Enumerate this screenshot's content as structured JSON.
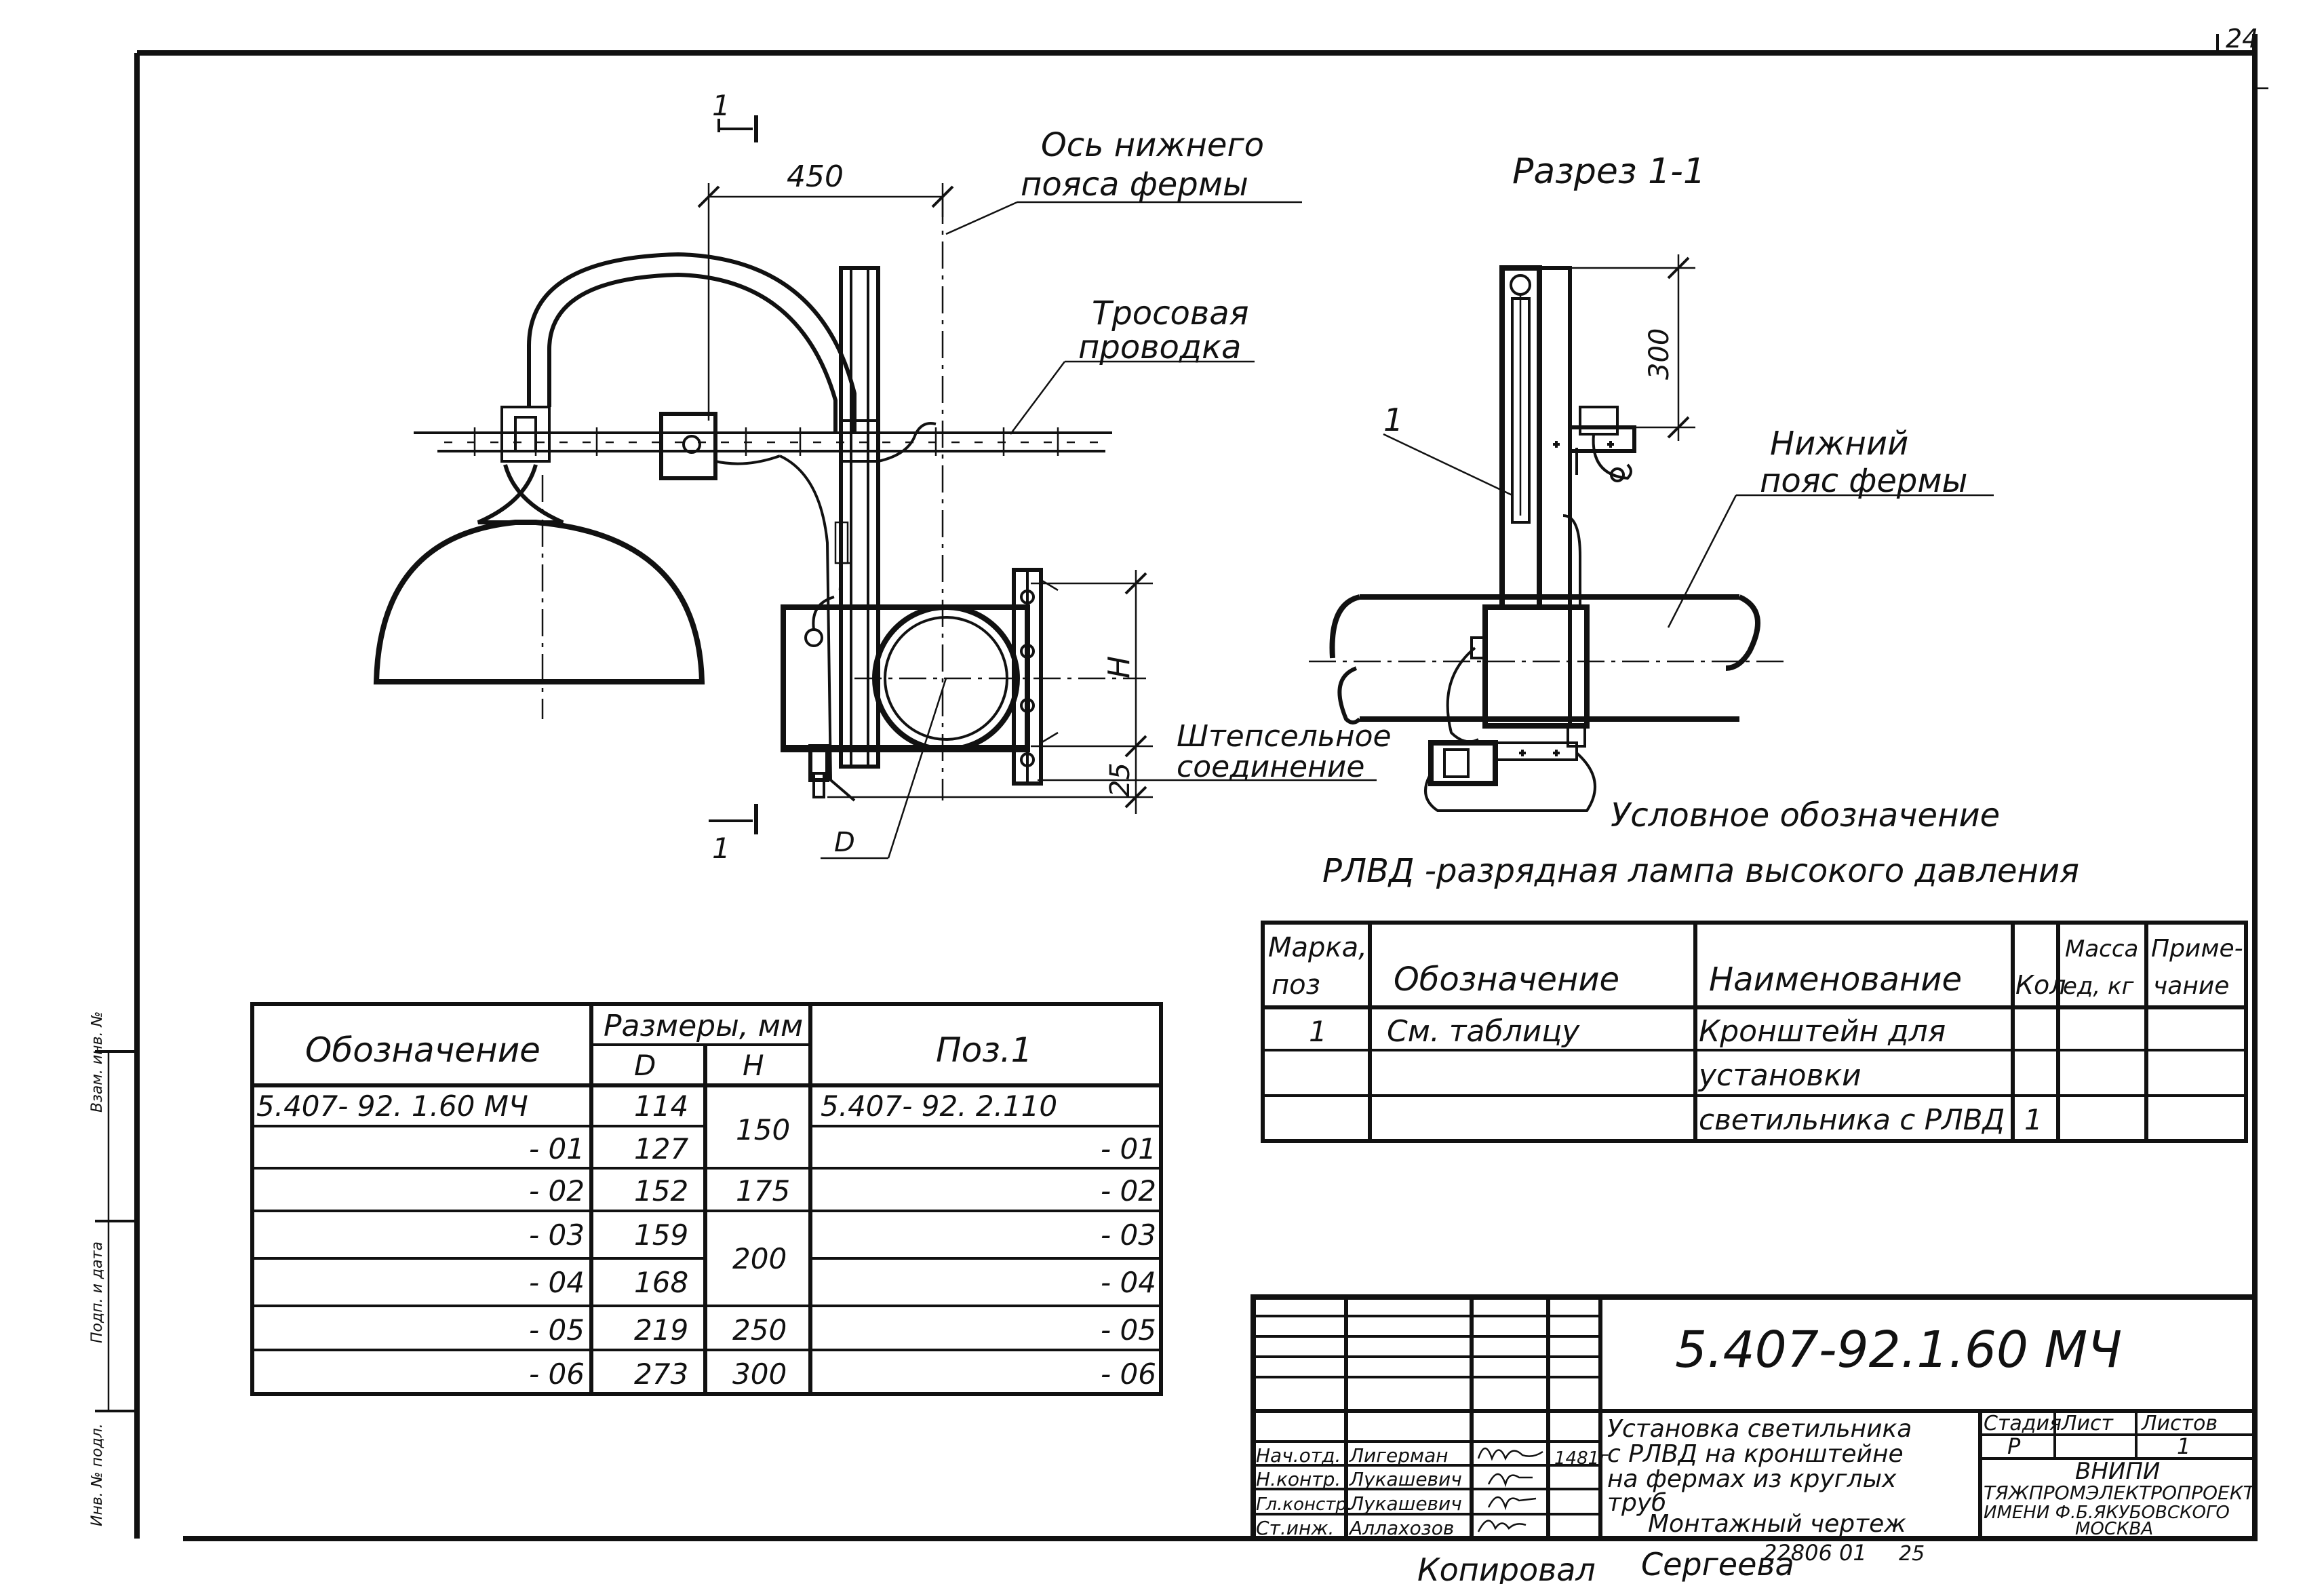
{
  "corner_mark": "24",
  "side_stamp": {
    "t1": "Инв. № подл.",
    "t2": "Подп. и дата",
    "t3": "Взам. инв. №"
  },
  "main_view": {
    "dim_450": "450",
    "axis_label_1": "Ось нижнего",
    "axis_label_2": "пояса фермы",
    "cable_label_1": "Тросовая",
    "cable_label_2": "проводка",
    "dim_h": "H",
    "dim_25": "25",
    "dim_d": "D",
    "plug_label_1": "Штепсельное",
    "plug_label_2": "соединение",
    "section_mark": "1"
  },
  "section_view": {
    "title": "Разрез 1-1",
    "dim_300": "300",
    "pos_1": "1",
    "chord_label_1": "Нижний",
    "chord_label_2": "пояс фермы"
  },
  "legend": {
    "title": "Условное обозначение",
    "text": "РЛВД -разрядная лампа высокого давления"
  },
  "spec_table": {
    "headers": {
      "mark_1": "Марка,",
      "mark_2": "поз",
      "designation": "Обозначение",
      "name": "Наименование",
      "qty": "Кол",
      "mass_1": "Масса",
      "mass_2": "ед, кг",
      "note_1": "Приме-",
      "note_2": "чание"
    },
    "row": {
      "mark": "1",
      "designation": "См. таблицу",
      "name_1": "Кронштейн для",
      "name_2": "установки",
      "name_3": "светильника с РЛВД",
      "qty": "1"
    }
  },
  "size_table": {
    "headers": {
      "designation": "Обозначение",
      "sizes": "Размеры, мм",
      "d": "D",
      "h": "H",
      "pos": "Поз.1"
    },
    "rows": [
      {
        "des": "5.407- 92. 1.60 МЧ",
        "d": "114",
        "pos": "5.407- 92. 2.110"
      },
      {
        "des": "- 01",
        "d": "127",
        "pos": "- 01"
      },
      {
        "des": "- 02",
        "d": "152",
        "pos": "- 02"
      },
      {
        "des": "- 03",
        "d": "159",
        "pos": "- 03"
      },
      {
        "des": "- 04",
        "d": "168",
        "pos": "- 04"
      },
      {
        "des": "- 05",
        "d": "219",
        "pos": "- 05"
      },
      {
        "des": "- 06",
        "d": "273",
        "pos": "- 06"
      }
    ],
    "h_values": [
      "150",
      "175",
      "200",
      "250",
      "300"
    ]
  },
  "title_block": {
    "code": "5.407-92.1.60 МЧ",
    "title_lines": [
      "Установка светильника",
      "с РЛВД на кронштейне",
      "на фермах из круглых",
      "труб"
    ],
    "drawing_type": "Монтажный чертеж",
    "stage_label": "Стадия",
    "sheet_label": "Лист",
    "sheets_label": "Листов",
    "stage": "Р",
    "sheets": "1",
    "org_1": "ВНИПИ",
    "org_2": "ТЯЖПРОМЭЛЕКТРОПРОЕКТ",
    "org_3": "ИМЕНИ Ф.Б.ЯКУБОВСКОГО",
    "org_4": "МОСКВА",
    "date": "1481г",
    "people": [
      {
        "role": "Нач.отд.",
        "name": "Лигерман"
      },
      {
        "role": "Н.контр.",
        "name": "Лукашевич"
      },
      {
        "role": "Гл.констр.",
        "name": "Лукашевич"
      },
      {
        "role": "Ст.инж.",
        "name": "Аллахозов"
      }
    ]
  },
  "footer": {
    "inv": "22806 01",
    "sheet_no": "25",
    "copied_label": "Копировал",
    "copied_name": "Сергеева"
  }
}
